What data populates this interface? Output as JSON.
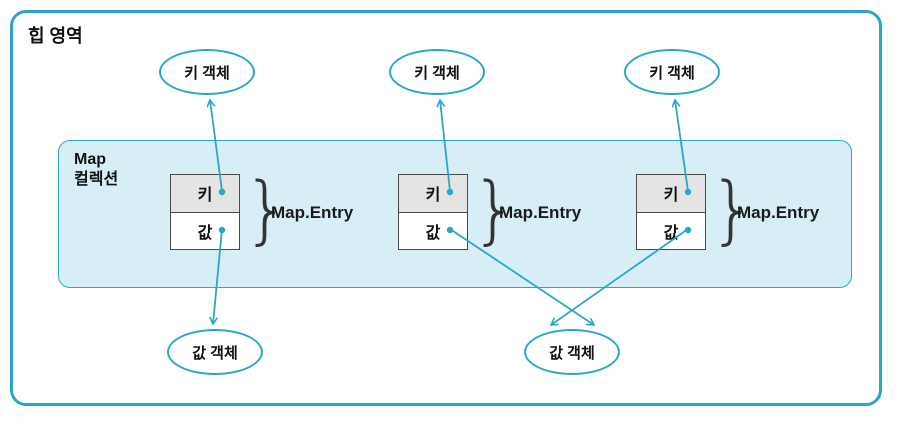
{
  "diagram": {
    "heap_label": "힙 영역",
    "map_collection": {
      "line1": "Map",
      "line2": "컬렉션"
    },
    "brace_glyph": "}",
    "entries": [
      {
        "key": "키",
        "value": "값",
        "entry_label": "Map.Entry"
      },
      {
        "key": "키",
        "value": "값",
        "entry_label": "Map.Entry"
      },
      {
        "key": "키",
        "value": "값",
        "entry_label": "Map.Entry"
      }
    ],
    "key_objects": [
      "키 객체",
      "키 객체",
      "키 객체"
    ],
    "value_objects": [
      "값 객체",
      "값 객체"
    ],
    "colors": {
      "accent": "#2AA7C7",
      "map_fill": "#D7EEF6",
      "key_cell_fill": "#E4E4E4",
      "background": "#FFFFFF"
    }
  }
}
